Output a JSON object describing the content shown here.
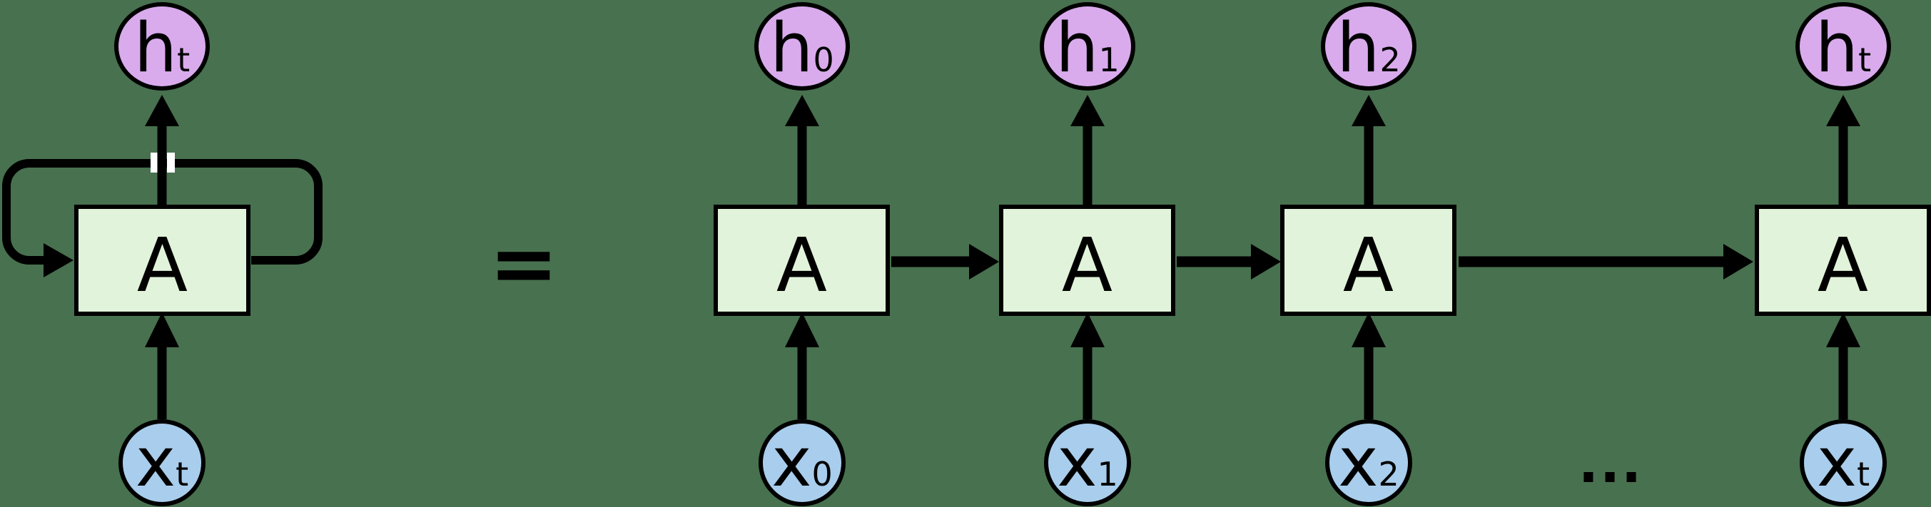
{
  "colors": {
    "background": "#48714f",
    "cell_fill": "#e1f3da",
    "hidden_state_fill": "#d9abec",
    "input_fill": "#a9cdec",
    "line": "#000000",
    "crossover_gap": "#ffffff"
  },
  "equals_sign": "=",
  "ellipsis": "...",
  "units": [
    {
      "h": "h",
      "h_sub": "t",
      "cell": "A",
      "x": "x",
      "x_sub": "t"
    },
    {
      "h": "h",
      "h_sub": "0",
      "cell": "A",
      "x": "x",
      "x_sub": "0"
    },
    {
      "h": "h",
      "h_sub": "1",
      "cell": "A",
      "x": "x",
      "x_sub": "1"
    },
    {
      "h": "h",
      "h_sub": "2",
      "cell": "A",
      "x": "x",
      "x_sub": "2"
    },
    {
      "h": "h",
      "h_sub": "t",
      "cell": "A",
      "x": "x",
      "x_sub": "t"
    }
  ]
}
